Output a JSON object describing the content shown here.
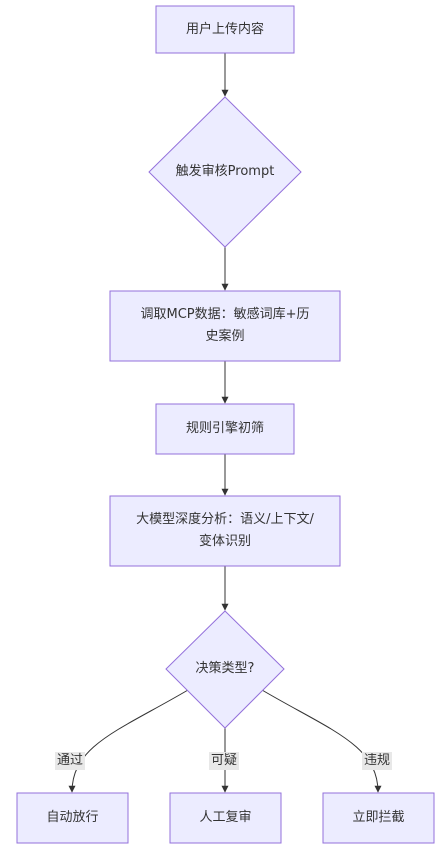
{
  "diagram": {
    "colors": {
      "node_fill": "#ececff",
      "node_stroke": "#9370db",
      "edge": "#333333",
      "text": "#333333",
      "label_bg": "#e8e8e8"
    },
    "nodes": {
      "upload": "用户上传内容",
      "trigger": "触发审核Prompt",
      "fetch_mcp": "调取MCP数据：敏感词库+历史案例",
      "rule_filter": "规则引擎初筛",
      "llm_analysis": "大模型深度分析：语义/上下文/变体识别",
      "decision": "决策类型?",
      "auto_release": "自动放行",
      "manual_review": "人工复审",
      "block": "立即拦截"
    },
    "edge_labels": {
      "pass": "通过",
      "suspicious": "可疑",
      "violation": "违规"
    }
  }
}
